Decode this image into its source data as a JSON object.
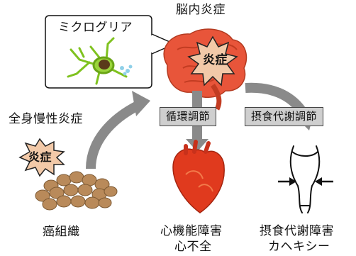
{
  "labels": {
    "brain_inflammation": "脳内炎症",
    "microglia": "ミクログリア",
    "systemic_inflammation": "全身慢性炎症",
    "inflammation_brain": "炎症",
    "inflammation_tumor": "炎症",
    "circulatory_regulation": "循環調節",
    "feeding_metabolism_regulation": "摂食代謝調節",
    "cancer_tissue": "癌組織",
    "heart_outcome_line1": "心機能障害",
    "heart_outcome_line2": "心不全",
    "body_outcome_line1": "摂食代謝障害",
    "body_outcome_line2": "カヘキシー"
  },
  "colors": {
    "burst_fill": "#f2c9a8",
    "box_fill": "#cfcfcf",
    "arrow_gray": "#8a8a8a",
    "brain_red": "#e8553a",
    "heart_red": "#e03a1e",
    "tumor_tan": "#b98a5a",
    "microglia_green": "#7fc21f"
  },
  "icons": [
    "microglia-cell-icon",
    "brain-icon",
    "heart-icon",
    "body-torso-icon",
    "tumor-cluster-icon"
  ]
}
